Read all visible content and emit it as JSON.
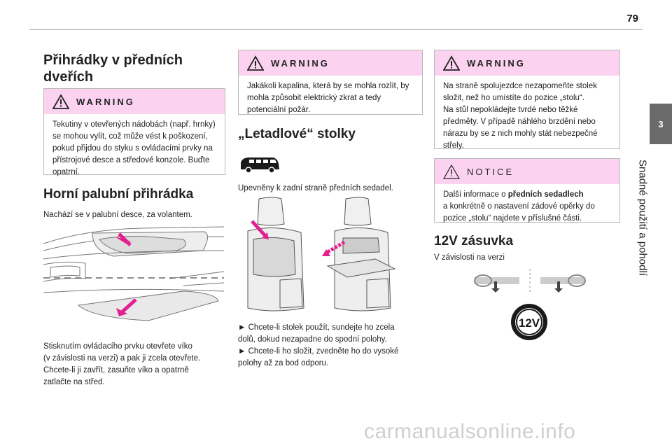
{
  "page": {
    "number": "79"
  },
  "side_tab": {
    "chapter": "3",
    "label": "Snadné použití a pohodlí"
  },
  "col1": {
    "title_line1": "Přihrádky v předních",
    "title_line2": "dveřích",
    "warning": {
      "title": "WARNING",
      "lines": [
        "Tekutiny v otevřených nádobách (např. hrnky)",
        "se mohou vylít, což může vést k poškození,",
        "pokud přijdou do styku s ovládacími prvky na",
        "přístrojové desce a středové konzole. Buďte",
        "opatrní."
      ]
    },
    "section_title": "Horní palubní přihrádka",
    "section_intro": "Nachází se v palubní desce, za volantem.",
    "desc_lines": [
      "Stisknutím ovládacího prvku otevřete víko",
      "(v závislosti na verzi) a pak ji zcela otevřete.",
      "Chcete-li ji zavřít, zasuňte víko a opatrně",
      "zatlačte na střed."
    ]
  },
  "col2": {
    "warning": {
      "title": "WARNING",
      "lines": [
        "Jakákoli kapalina, která by se mohla rozlít, by",
        "mohla způsobit elektrický zkrat a tedy",
        "potenciální požár."
      ]
    },
    "section_title": "„Letadlové“ stolky",
    "intro": "Upevněny k zadní straně předních sedadel.",
    "bullet1_line1": "► Chcete-li stolek použít, sundejte ho zcela",
    "bullet1_line2": "dolů, dokud nezapadne do spodní polohy.",
    "bullet2_line1": "► Chcete-li ho složit, zvedněte ho do vysoké",
    "bullet2_line2": "polohy až za bod odporu."
  },
  "col3": {
    "warning": {
      "title": "WARNING",
      "lines": [
        "Na straně spolujezdce nezapomeňte stolek",
        "složit, než ho umístíte do pozice „stolu“.",
        "Na stůl nepokládejte tvrdé nebo těžké",
        "předměty. V případě náhlého brzdění nebo",
        "nárazu by se z nich mohly stát nebezpečné",
        "střely."
      ]
    },
    "notice": {
      "title": "NOTICE",
      "line1_prefix": "Další informace o ",
      "line1_bold": "předních sedadlech",
      "line2": "a konkrétně o nastavení zádové opěrky do",
      "line3": "pozice „stolu“ najdete v příslušné části."
    },
    "section_title": "12V zásuvka",
    "intro": "V závislosti na verzi",
    "socket_label": "12V"
  },
  "icons": [
    "warning-triangle-icon",
    "notice-triangle-icon",
    "van-icon",
    "steering-wheel-icon",
    "socket-12v-icon"
  ],
  "colors": {
    "box_header": "#fbd3f1",
    "tab": "#6b6b6b",
    "arrow": "#e2208f"
  },
  "watermark": "carmanualsonline.info"
}
